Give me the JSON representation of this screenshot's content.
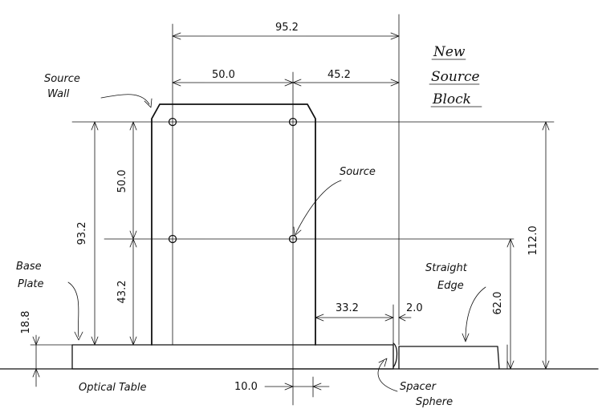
{
  "title_lines": [
    "New",
    "Source",
    "Block"
  ],
  "labels": {
    "source_wall": [
      "Source",
      "Wall"
    ],
    "base_plate": [
      "Base",
      "Plate"
    ],
    "source": "Source",
    "straight_edge": [
      "Straight",
      "Edge"
    ],
    "optical_table": "Optical Table",
    "spacer_sphere": [
      "Spacer",
      "Sphere"
    ]
  },
  "dimensions": {
    "total_width": "95.2",
    "left_width": "50.0",
    "right_width": "45.2",
    "wall_height": "93.2",
    "upper_hole_spacing": "50.0",
    "lower_hole_height": "43.2",
    "total_height": "112.0",
    "edge_height": "62.0",
    "plate_thickness": "18.8",
    "offset_33": "33.2",
    "gap": "2.0",
    "bottom_offset": "10.0"
  }
}
